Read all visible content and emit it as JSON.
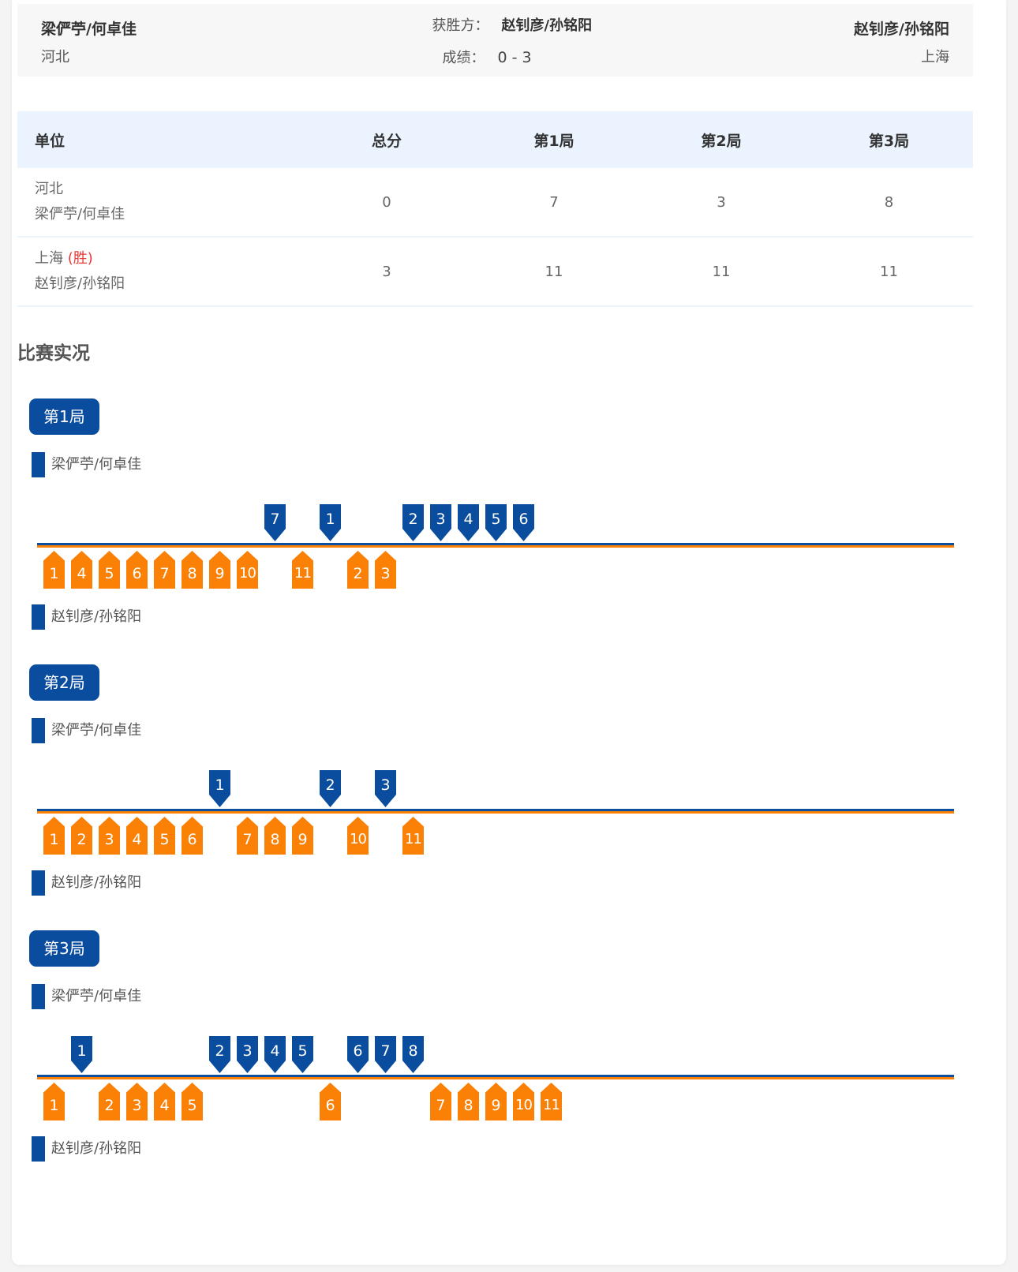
{
  "summary": {
    "home": {
      "name": "梁俨苧/何卓佳",
      "unit": "河北"
    },
    "away": {
      "name": "赵钊彦/孙铭阳",
      "unit": "上海"
    },
    "winner_label": "获胜方：",
    "winner_value": "赵钊彦/孙铭阳",
    "score_label": "成绩：",
    "score_value": "0 - 3"
  },
  "table": {
    "headers": [
      "单位",
      "总分",
      "第1局",
      "第2局",
      "第3局"
    ],
    "rows": [
      {
        "unit": "河北",
        "players": "梁俨苧/何卓佳",
        "win_tag": "",
        "total": "0",
        "g1": "7",
        "g2": "3",
        "g3": "8"
      },
      {
        "unit": "上海",
        "players": "赵钊彦/孙铭阳",
        "win_tag": "(胜)",
        "total": "3",
        "g1": "11",
        "g2": "11",
        "g3": "11"
      }
    ]
  },
  "section_title": "比赛实况",
  "colors": {
    "top_team": "#0a4c9e",
    "bottom_team": "#fb8006",
    "win_tag": "#e53935",
    "header_bg": "#eaf3fe"
  },
  "games": [
    {
      "label": "第1局",
      "top_team": "梁俨苧/何卓佳",
      "bottom_team": "赵钊彦/孙铭阳",
      "top_points": [
        {
          "slot": 8,
          "n": "7"
        },
        {
          "slot": 10,
          "n": "1"
        },
        {
          "slot": 13,
          "n": "2"
        },
        {
          "slot": 14,
          "n": "3"
        },
        {
          "slot": 15,
          "n": "4"
        },
        {
          "slot": 16,
          "n": "5"
        },
        {
          "slot": 17,
          "n": "6"
        }
      ],
      "bottom_points": [
        {
          "slot": 0,
          "n": "1"
        },
        {
          "slot": 1,
          "n": "4"
        },
        {
          "slot": 2,
          "n": "5"
        },
        {
          "slot": 3,
          "n": "6"
        },
        {
          "slot": 4,
          "n": "7"
        },
        {
          "slot": 5,
          "n": "8"
        },
        {
          "slot": 6,
          "n": "9"
        },
        {
          "slot": 7,
          "n": "10"
        },
        {
          "slot": 9,
          "n": "11"
        },
        {
          "slot": 11,
          "n": "2"
        },
        {
          "slot": 12,
          "n": "3"
        }
      ]
    },
    {
      "label": "第2局",
      "top_team": "梁俨苧/何卓佳",
      "bottom_team": "赵钊彦/孙铭阳",
      "top_points": [
        {
          "slot": 6,
          "n": "1"
        },
        {
          "slot": 10,
          "n": "2"
        },
        {
          "slot": 12,
          "n": "3"
        }
      ],
      "bottom_points": [
        {
          "slot": 0,
          "n": "1"
        },
        {
          "slot": 1,
          "n": "2"
        },
        {
          "slot": 2,
          "n": "3"
        },
        {
          "slot": 3,
          "n": "4"
        },
        {
          "slot": 4,
          "n": "5"
        },
        {
          "slot": 5,
          "n": "6"
        },
        {
          "slot": 7,
          "n": "7"
        },
        {
          "slot": 8,
          "n": "8"
        },
        {
          "slot": 9,
          "n": "9"
        },
        {
          "slot": 11,
          "n": "10"
        },
        {
          "slot": 13,
          "n": "11"
        }
      ]
    },
    {
      "label": "第3局",
      "top_team": "梁俨苧/何卓佳",
      "bottom_team": "赵钊彦/孙铭阳",
      "top_points": [
        {
          "slot": 1,
          "n": "1"
        },
        {
          "slot": 6,
          "n": "2"
        },
        {
          "slot": 7,
          "n": "3"
        },
        {
          "slot": 8,
          "n": "4"
        },
        {
          "slot": 9,
          "n": "5"
        },
        {
          "slot": 11,
          "n": "6"
        },
        {
          "slot": 12,
          "n": "7"
        },
        {
          "slot": 13,
          "n": "8"
        }
      ],
      "bottom_points": [
        {
          "slot": 0,
          "n": "1"
        },
        {
          "slot": 2,
          "n": "2"
        },
        {
          "slot": 3,
          "n": "3"
        },
        {
          "slot": 4,
          "n": "4"
        },
        {
          "slot": 5,
          "n": "5"
        },
        {
          "slot": 10,
          "n": "6"
        },
        {
          "slot": 14,
          "n": "7"
        },
        {
          "slot": 15,
          "n": "8"
        },
        {
          "slot": 16,
          "n": "9"
        },
        {
          "slot": 17,
          "n": "10"
        },
        {
          "slot": 18,
          "n": "11"
        }
      ]
    }
  ]
}
